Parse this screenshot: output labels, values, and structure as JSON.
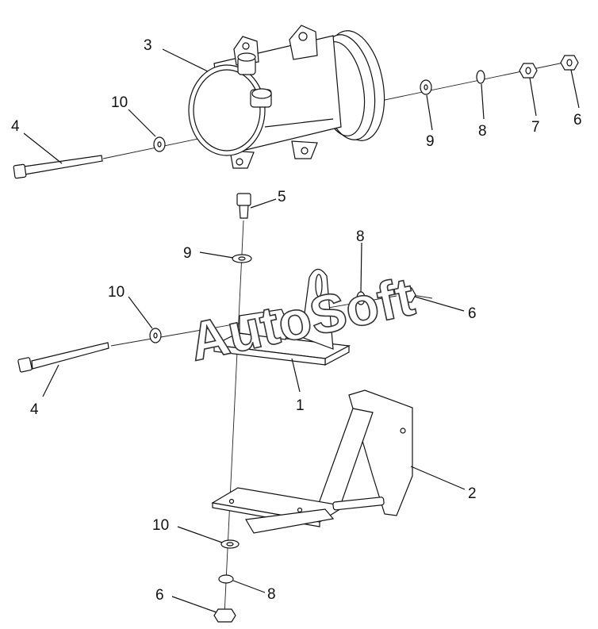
{
  "watermark": "AutoSoft",
  "callouts": [
    {
      "id": "c3",
      "text": "3"
    },
    {
      "id": "c10a",
      "text": "10"
    },
    {
      "id": "c4a",
      "text": "4"
    },
    {
      "id": "c9a",
      "text": "9"
    },
    {
      "id": "c8a",
      "text": "8"
    },
    {
      "id": "c7",
      "text": "7"
    },
    {
      "id": "c6a",
      "text": "6"
    },
    {
      "id": "c5",
      "text": "5"
    },
    {
      "id": "c9b",
      "text": "9"
    },
    {
      "id": "c8b",
      "text": "8"
    },
    {
      "id": "c10b",
      "text": "10"
    },
    {
      "id": "c6b",
      "text": "6"
    },
    {
      "id": "c4b",
      "text": "4"
    },
    {
      "id": "c1",
      "text": "1"
    },
    {
      "id": "c2",
      "text": "2"
    },
    {
      "id": "c10c",
      "text": "10"
    },
    {
      "id": "c8c",
      "text": "8"
    },
    {
      "id": "c6c",
      "text": "6"
    }
  ]
}
